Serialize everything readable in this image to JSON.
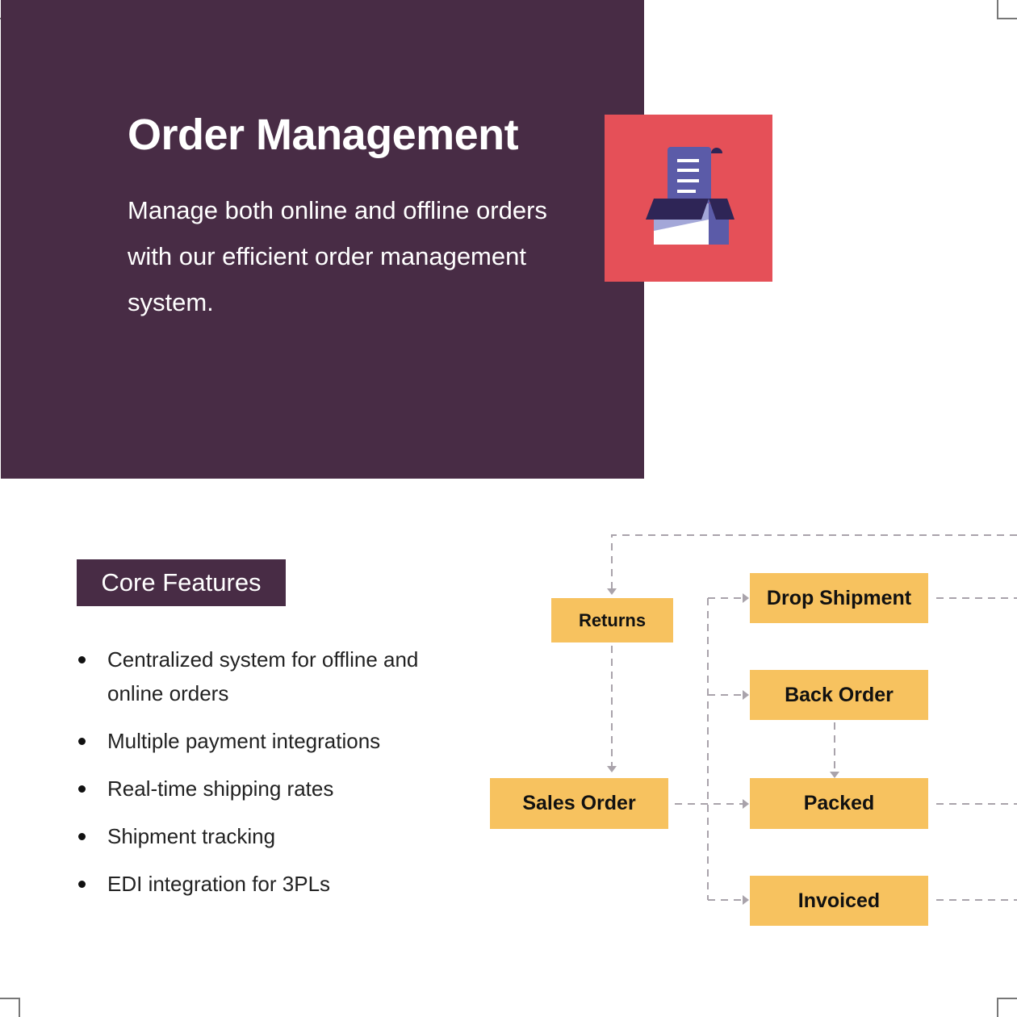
{
  "hero": {
    "title": "Order Management",
    "description": "Manage both online and offline orders with our efficient order management system.",
    "icon": "order-box-icon"
  },
  "features": {
    "heading": "Core Features",
    "items": [
      "Centralized system for offline and online orders",
      "Multiple payment integrations",
      "Real-time shipping rates",
      "Shipment tracking",
      "EDI integration for 3PLs"
    ]
  },
  "flow": {
    "returns": "Returns",
    "sales_order": "Sales Order",
    "drop_shipment": "Drop Shipment",
    "back_order": "Back Order",
    "packed": "Packed",
    "invoiced": "Invoiced"
  },
  "colors": {
    "hero": "#482c45",
    "icon_bg": "#e55058",
    "node": "#f7c25f",
    "line": "#a9a3ab"
  }
}
